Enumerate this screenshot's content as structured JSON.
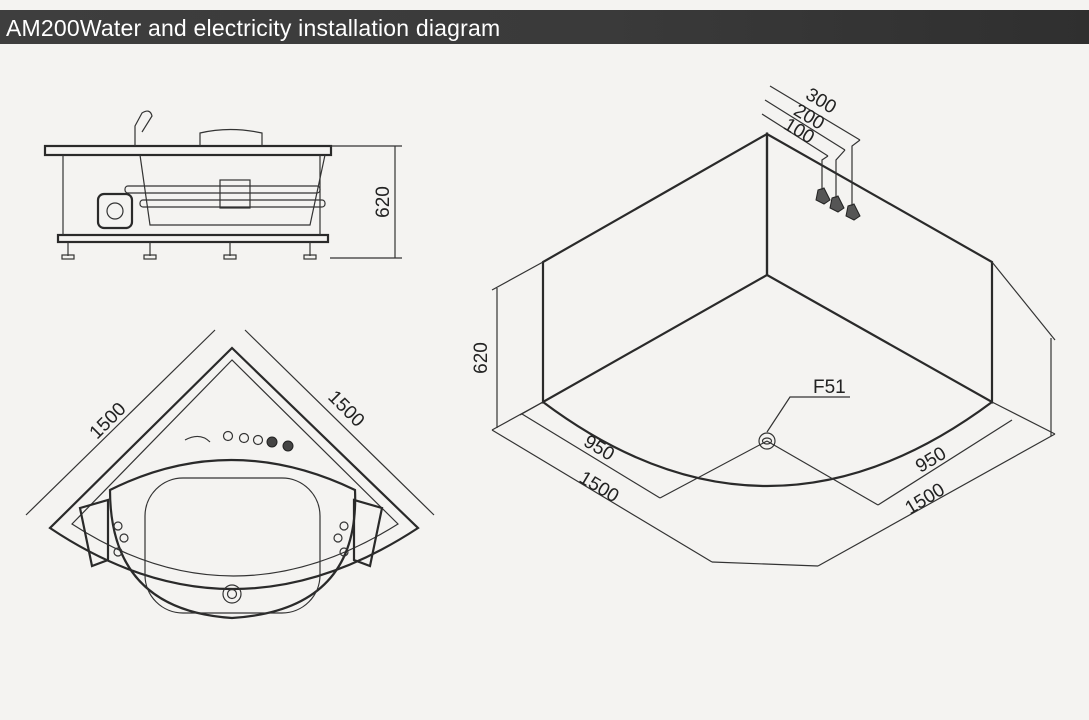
{
  "header": {
    "title": "AM200Water and electricity installation diagram"
  },
  "side_view": {
    "height_label": "620"
  },
  "top_view": {
    "left_side_label": "1500",
    "right_side_label": "1500"
  },
  "iso_view": {
    "height_label": "620",
    "pipe_labels": [
      "300",
      "200",
      "100"
    ],
    "drain_label": "F51",
    "left_inner_label": "950",
    "left_outer_label": "1500",
    "right_inner_label": "950",
    "right_outer_label": "1500"
  },
  "colors": {
    "title_bar": "#3a3a3a",
    "title_text": "#ffffff",
    "paper": "#f4f3f1",
    "ink": "#2a2a2a"
  }
}
